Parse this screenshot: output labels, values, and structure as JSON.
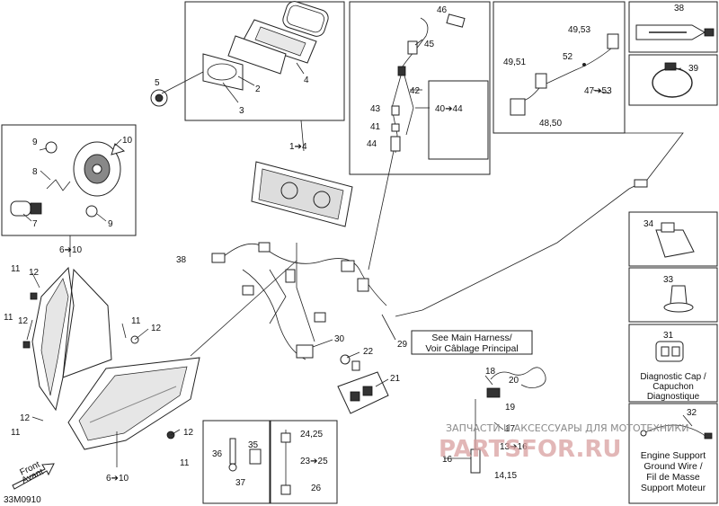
{
  "callouts": {
    "c1to4": "1➔4",
    "c2": "2",
    "c3": "3",
    "c4": "4",
    "c5": "5",
    "c6to10_top": "6➔10",
    "c6to10_bottom": "6➔10",
    "c7": "7",
    "c8": "8",
    "c9a": "9",
    "c9b": "9",
    "c10": "10",
    "c11a": "11",
    "c11b": "11",
    "c11c": "11",
    "c11d": "11",
    "c11e": "11",
    "c12a": "12",
    "c12b": "12",
    "c12c": "12",
    "c12d": "12",
    "c12e": "12",
    "c13to16": "13➔16",
    "c14_15": "14,15",
    "c16": "16",
    "c17": "17",
    "c18": "18",
    "c19": "19",
    "c20": "20",
    "c21": "21",
    "c22": "22",
    "c23to25": "23➔25",
    "c24_25": "24,25",
    "c26": "26",
    "c29": "29",
    "c30": "30",
    "c31": "31",
    "c32": "32",
    "c33": "33",
    "c34": "34",
    "c35": "35",
    "c36": "36",
    "c37": "37",
    "c38_top": "38",
    "c38_mid": "38",
    "c39": "39",
    "c40to44": "40➔44",
    "c41": "41",
    "c42": "42",
    "c43": "43",
    "c44": "44",
    "c45": "45",
    "c46": "46",
    "c47to53": "47➔53",
    "c48_50": "48,50",
    "c49_51": "49,51",
    "c49_53": "49,53",
    "c52": "52"
  },
  "captions": {
    "main_harness_line1": "See Main Harness/",
    "main_harness_line2": "Voir Câblage Principal",
    "diag_cap_line1": "Diagnostic Cap /",
    "diag_cap_line2": "Capuchon",
    "diag_cap_line3": "Diagnostique",
    "ground_line1": "Engine Support",
    "ground_line2": "Ground Wire /",
    "ground_line3": "Fil de Masse",
    "ground_line4": "Support Moteur",
    "front_line1": "Front",
    "front_line2": "Avant",
    "drawing_code": "33M0910"
  },
  "watermark": {
    "line1": "ЗАПЧАСТИ И АКСЕССУАРЫ ДЛЯ МОТОТЕХНИКИ",
    "line2": "PARTSFOR.RU"
  }
}
